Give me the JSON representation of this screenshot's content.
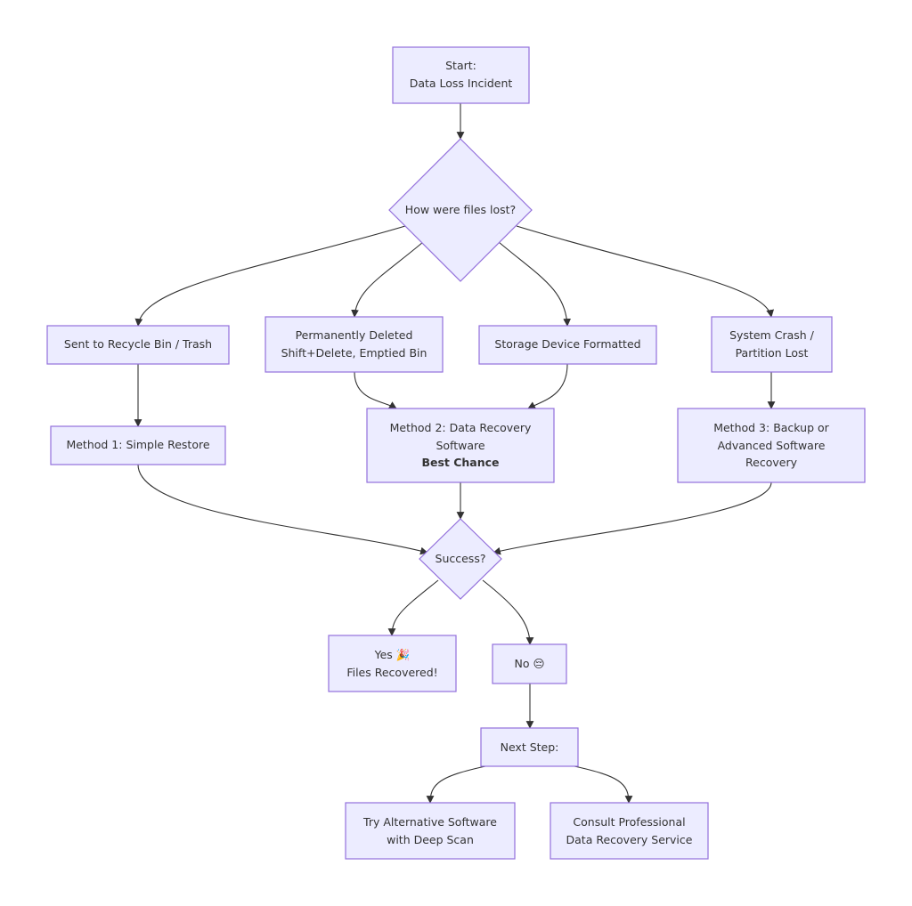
{
  "nodes": {
    "start": {
      "lines": [
        "Start:",
        "Data Loss Incident"
      ]
    },
    "how_lost": {
      "lines": [
        "How were files lost?"
      ]
    },
    "recycle": {
      "lines": [
        "Sent to Recycle Bin / Trash"
      ]
    },
    "perm_deleted": {
      "lines": [
        "Permanently Deleted",
        "Shift+Delete, Emptied Bin"
      ]
    },
    "formatted": {
      "lines": [
        "Storage Device Formatted"
      ]
    },
    "crash": {
      "lines": [
        "System Crash /",
        "Partition Lost"
      ]
    },
    "method1": {
      "lines": [
        "Method 1: Simple Restore"
      ]
    },
    "method2": {
      "lines": [
        "Method 2: Data Recovery",
        "Software"
      ],
      "bold_line": "Best Chance"
    },
    "method3": {
      "lines": [
        "Method 3: Backup or",
        "Advanced Software",
        "Recovery"
      ]
    },
    "success": {
      "lines": [
        "Success?"
      ]
    },
    "yes": {
      "lines": [
        "Yes 🎉",
        "Files Recovered!"
      ]
    },
    "no": {
      "lines": [
        "No 😔"
      ]
    },
    "next_step": {
      "lines": [
        "Next Step:"
      ]
    },
    "try_alt": {
      "lines": [
        "Try Alternative Software",
        "with Deep Scan"
      ]
    },
    "consult": {
      "lines": [
        "Consult Professional",
        "Data Recovery Service"
      ]
    }
  },
  "colors": {
    "node_fill": "#ECECFF",
    "node_stroke": "#9370DB",
    "edge": "#333333",
    "text": "#333333"
  }
}
